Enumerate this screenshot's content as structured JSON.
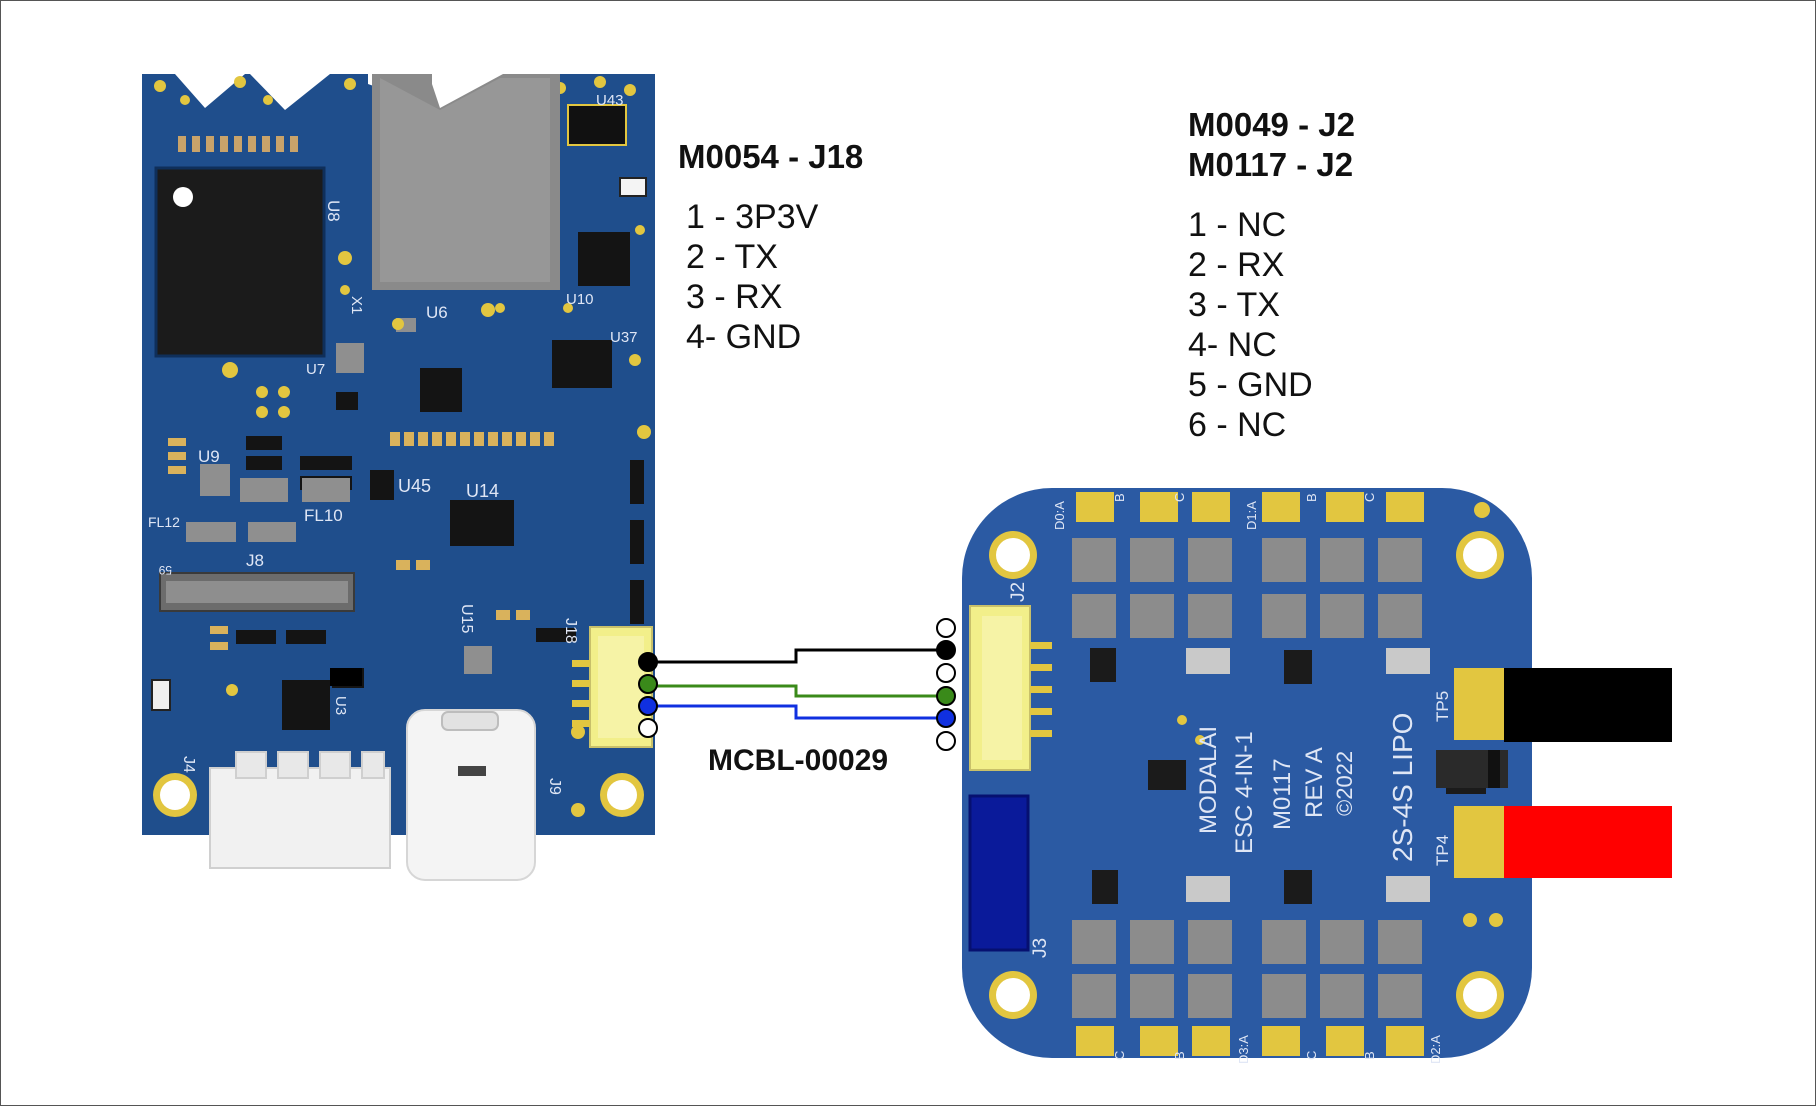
{
  "left_board": {
    "title": "M0054 - J18",
    "pins": [
      "1 - 3P3V",
      "2 - TX",
      "3 - RX",
      "4- GND"
    ],
    "silk": {
      "u8": "U8",
      "u6": "U6",
      "u43": "U43",
      "u10": "U10",
      "u37": "U37",
      "u7": "U7",
      "u9": "U9",
      "u45": "U45",
      "u14": "U14",
      "u15": "U15",
      "u3": "U3",
      "fl12": "FL12",
      "fl10": "FL10",
      "j8": "J8",
      "j18": "J18",
      "j4": "J4",
      "j9": "J9",
      "x1": "X1",
      "n59": "59"
    }
  },
  "right_board": {
    "titles": [
      "M0049 - J2",
      "M0117 - J2"
    ],
    "pins": [
      "1 - NC",
      "2 - RX",
      "3 - TX",
      "4-  NC",
      "5 - GND",
      "6 - NC"
    ],
    "silk": {
      "j2": "J2",
      "j3": "J3",
      "tp5": "TP5",
      "tp4": "TP4",
      "brand": "MODALAI",
      "esc": "ESC 4-IN-1",
      "model": "M0117",
      "rev": "REV A",
      "year": "©2022",
      "lipo": "2S-4S LIPO",
      "d0a": "D0:A",
      "d1a": "D1:A",
      "d3a": "D3:A",
      "d2a": "D2:A",
      "b": "B",
      "c": "C"
    }
  },
  "cable": {
    "label": "MCBL-00029"
  },
  "colors": {
    "pcb_left": "#1f4e8c",
    "pcb_right": "#2b5aa3",
    "connector": "#f2ef8a",
    "wire_black": "#000000",
    "wire_green": "#3a8a1a",
    "wire_blue": "#1030e0",
    "pad_gold": "#e2c640",
    "lead_black": "#000000",
    "lead_red": "#ff0000",
    "conn_blue": "#0a1a9a"
  }
}
